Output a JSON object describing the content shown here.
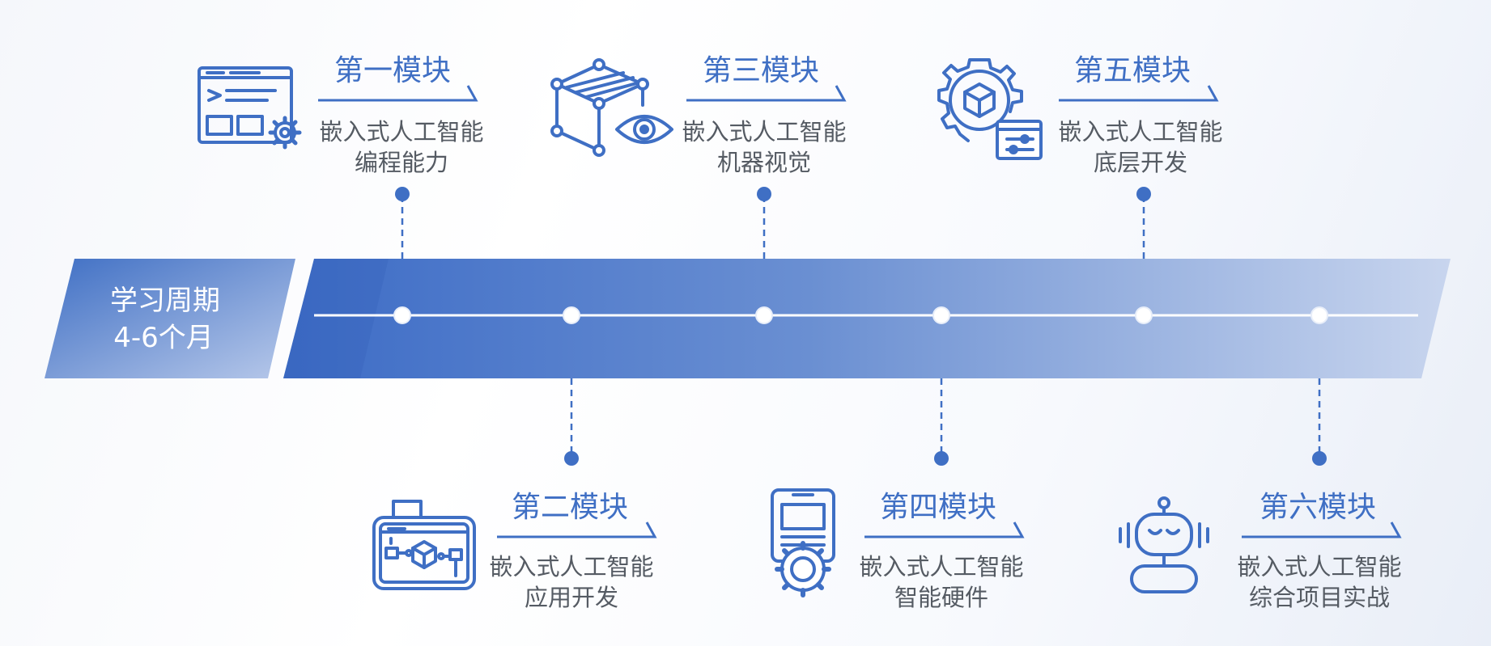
{
  "period": {
    "line1": "学习周期",
    "line2": "4-6个月"
  },
  "modules": [
    {
      "title": "第一模块",
      "line1": "嵌入式人工智能",
      "line2": "编程能力",
      "icon": "code-window-gear-icon"
    },
    {
      "title": "第二模块",
      "line1": "嵌入式人工智能",
      "line2": "应用开发",
      "icon": "board-cube-icon"
    },
    {
      "title": "第三模块",
      "line1": "嵌入式人工智能",
      "line2": "机器视觉",
      "icon": "cube-eye-icon"
    },
    {
      "title": "第四模块",
      "line1": "嵌入式人工智能",
      "line2": "智能硬件",
      "icon": "device-gear-icon"
    },
    {
      "title": "第五模块",
      "line1": "嵌入式人工智能",
      "line2": "底层开发",
      "icon": "gear-cube-settings-icon"
    },
    {
      "title": "第六模块",
      "line1": "嵌入式人工智能",
      "line2": "综合项目实战",
      "icon": "robot-icon"
    }
  ],
  "colors": {
    "accent": "#3f6fc4",
    "text": "#555b63",
    "bar_start": "#3f6fc4",
    "bar_end": "#c5d3ec"
  }
}
